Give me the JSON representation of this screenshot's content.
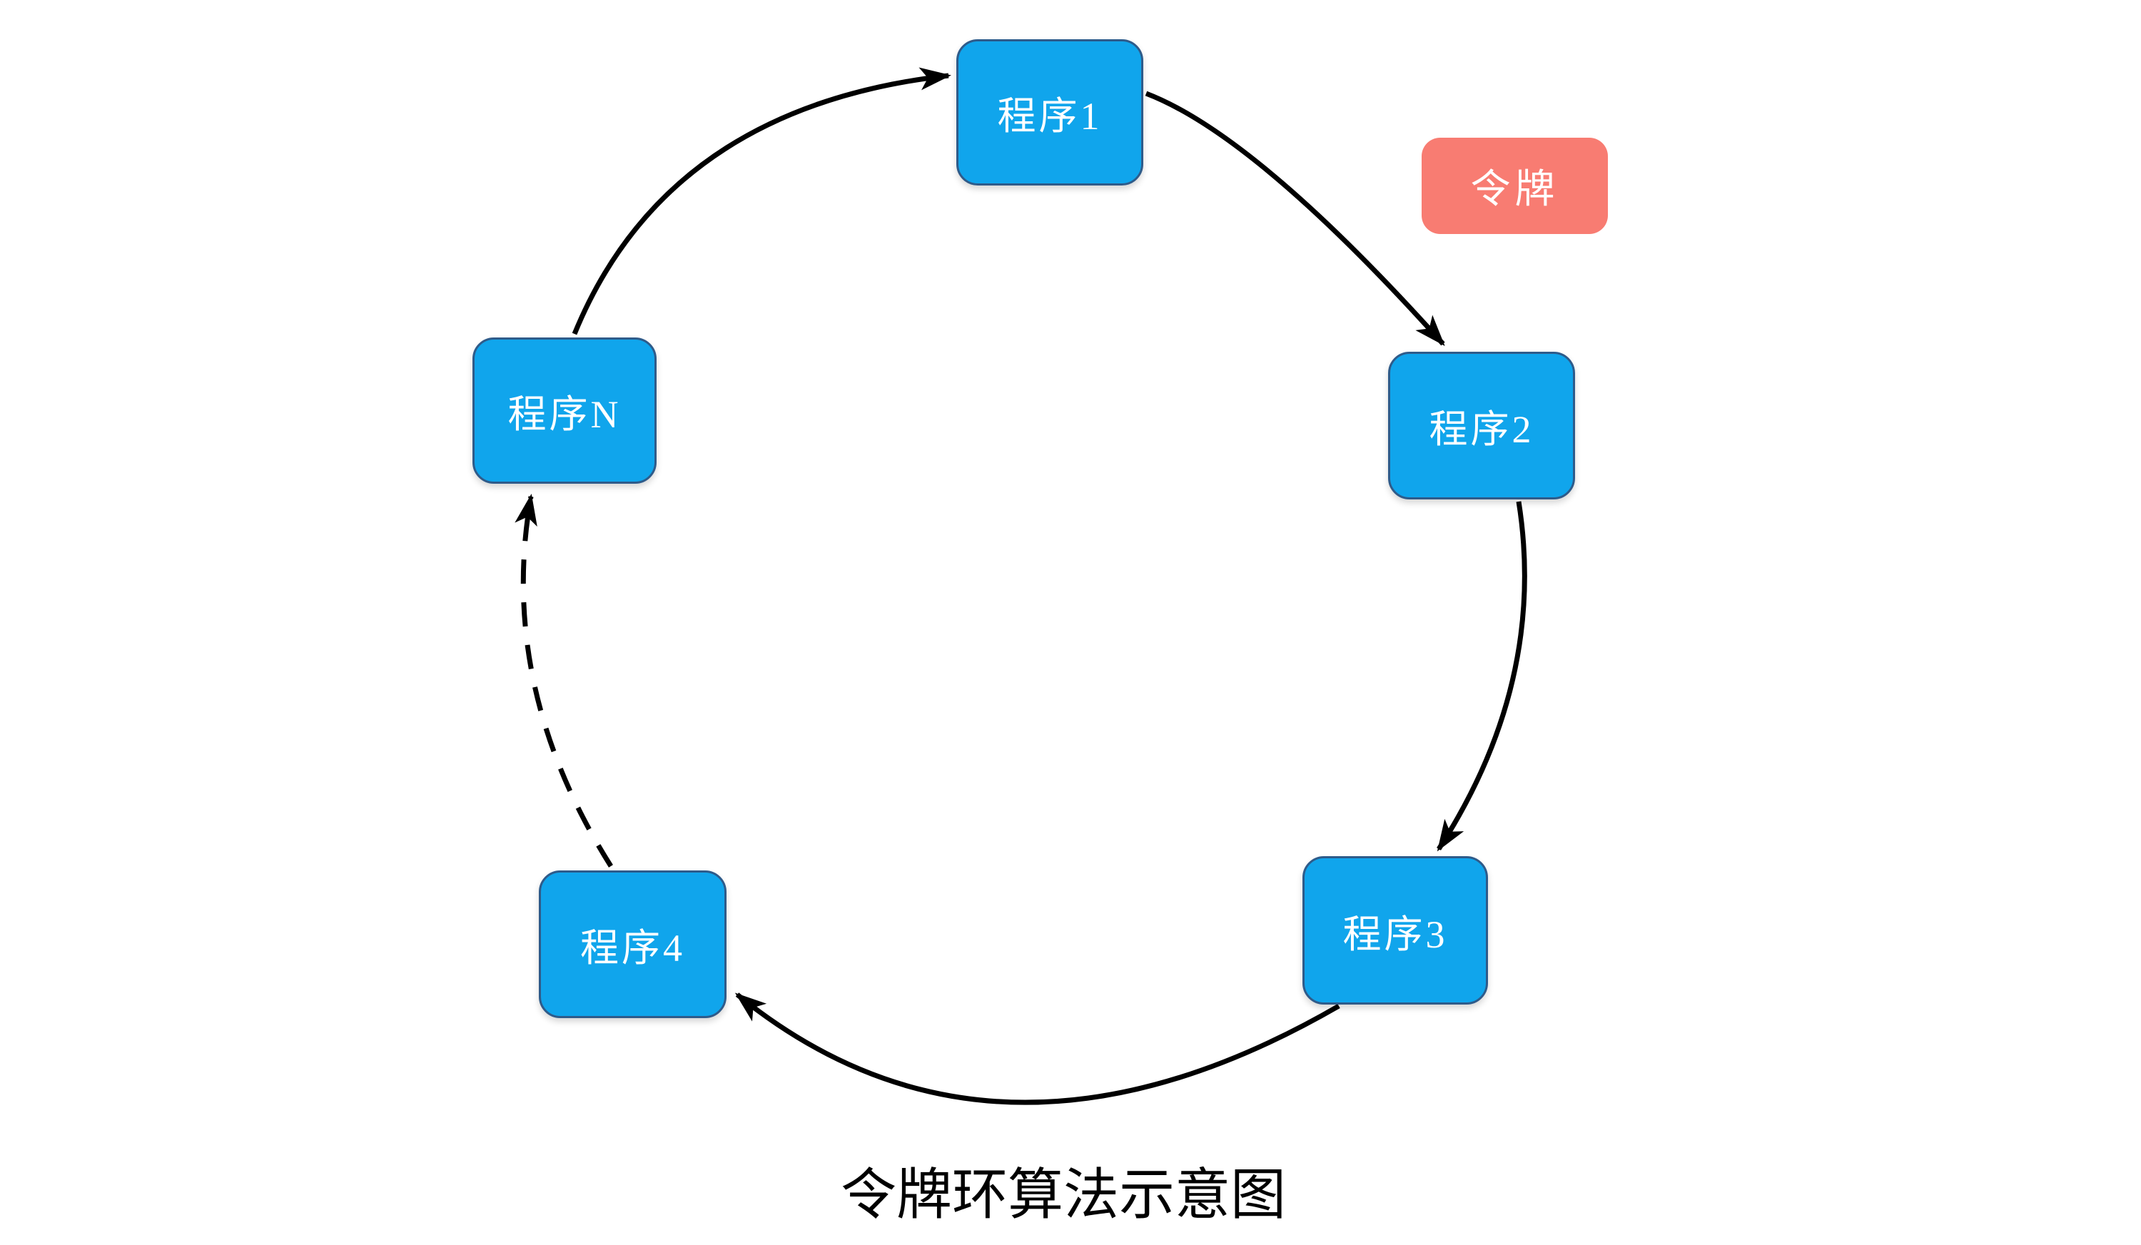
{
  "diagram": {
    "title": "令牌环算法示意图",
    "nodes": [
      {
        "id": "p1",
        "label": "程序1"
      },
      {
        "id": "p2",
        "label": "程序2"
      },
      {
        "id": "p3",
        "label": "程序3"
      },
      {
        "id": "p4",
        "label": "程序4"
      },
      {
        "id": "pN",
        "label": "程序N"
      }
    ],
    "token": {
      "label": "令牌"
    },
    "edges": [
      {
        "from": "程序N",
        "to": "程序1",
        "style": "solid",
        "arrowhead": "filled-triangle"
      },
      {
        "from": "程序1",
        "to": "程序2",
        "style": "solid",
        "arrowhead": "filled-triangle"
      },
      {
        "from": "程序2",
        "to": "程序3",
        "style": "solid",
        "arrowhead": "filled-triangle"
      },
      {
        "from": "程序3",
        "to": "程序4",
        "style": "solid",
        "arrowhead": "filled-triangle"
      },
      {
        "from": "程序4",
        "to": "程序N",
        "style": "dashed",
        "arrowhead": "filled-triangle"
      }
    ],
    "colors": {
      "node_fill": "#10A5EC",
      "node_border": "#2E5B8A",
      "node_text": "#FFFFFF",
      "token_fill": "#F87C72",
      "token_text": "#FFFFFF",
      "arrow": "#000000",
      "caption_text": "#000000",
      "background": "#FFFFFF"
    }
  }
}
